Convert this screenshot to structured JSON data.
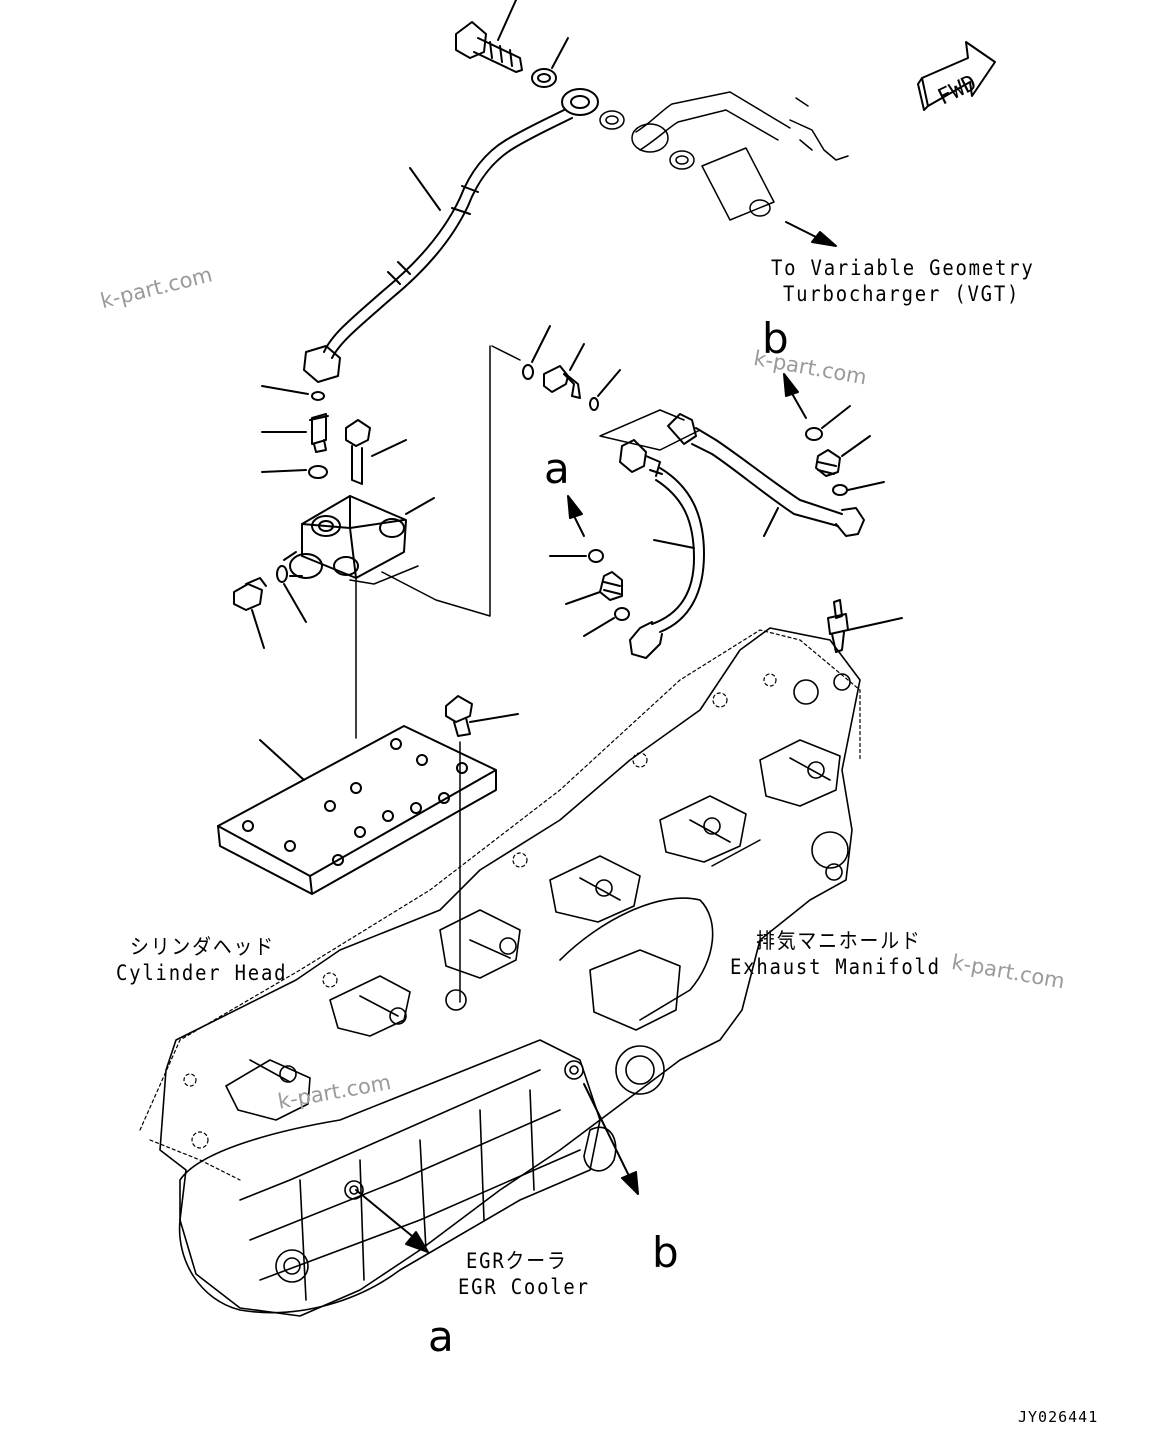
{
  "labels": {
    "vgt_line1": "To Variable Geometry",
    "vgt_line2": "Turbocharger (VGT)",
    "cylinder_head_jp": "シリンダヘッド",
    "cylinder_head_en": "Cylinder Head",
    "exhaust_manifold_jp": "排気マニホールド",
    "exhaust_manifold_en": "Exhaust Manifold",
    "egr_cooler_jp": "EGRクーラ",
    "egr_cooler_en": "EGR Cooler",
    "fwd": "FWD"
  },
  "refs": {
    "a": "a",
    "b": "b"
  },
  "watermark": "k-part.com",
  "drawing_code": "JY026441"
}
